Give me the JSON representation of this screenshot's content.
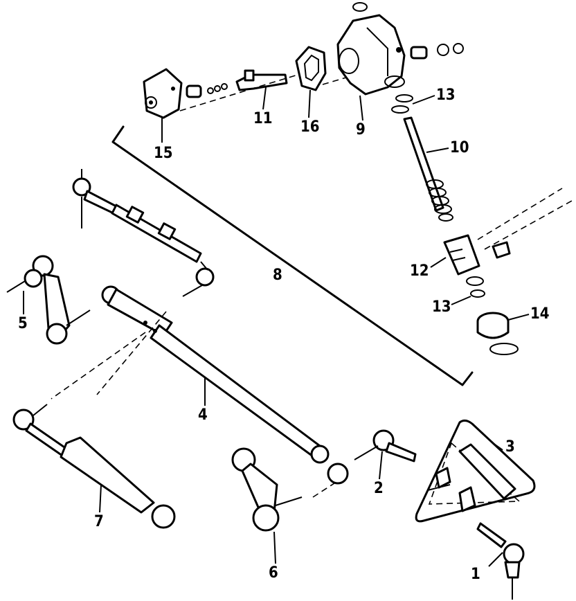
{
  "diagram": {
    "parts": [
      {
        "key": "p1",
        "label": "1"
      },
      {
        "key": "p2",
        "label": "2"
      },
      {
        "key": "p3",
        "label": "3"
      },
      {
        "key": "p4",
        "label": "4"
      },
      {
        "key": "p5",
        "label": "5"
      },
      {
        "key": "p6",
        "label": "6"
      },
      {
        "key": "p7",
        "label": "7"
      },
      {
        "key": "p8",
        "label": "8"
      },
      {
        "key": "p9",
        "label": "9"
      },
      {
        "key": "p10",
        "label": "10"
      },
      {
        "key": "p11",
        "label": "11"
      },
      {
        "key": "p12",
        "label": "12"
      },
      {
        "key": "p13a",
        "label": "13"
      },
      {
        "key": "p13b",
        "label": "13"
      },
      {
        "key": "p14",
        "label": "14"
      },
      {
        "key": "p15",
        "label": "15"
      },
      {
        "key": "p16",
        "label": "16"
      }
    ]
  }
}
